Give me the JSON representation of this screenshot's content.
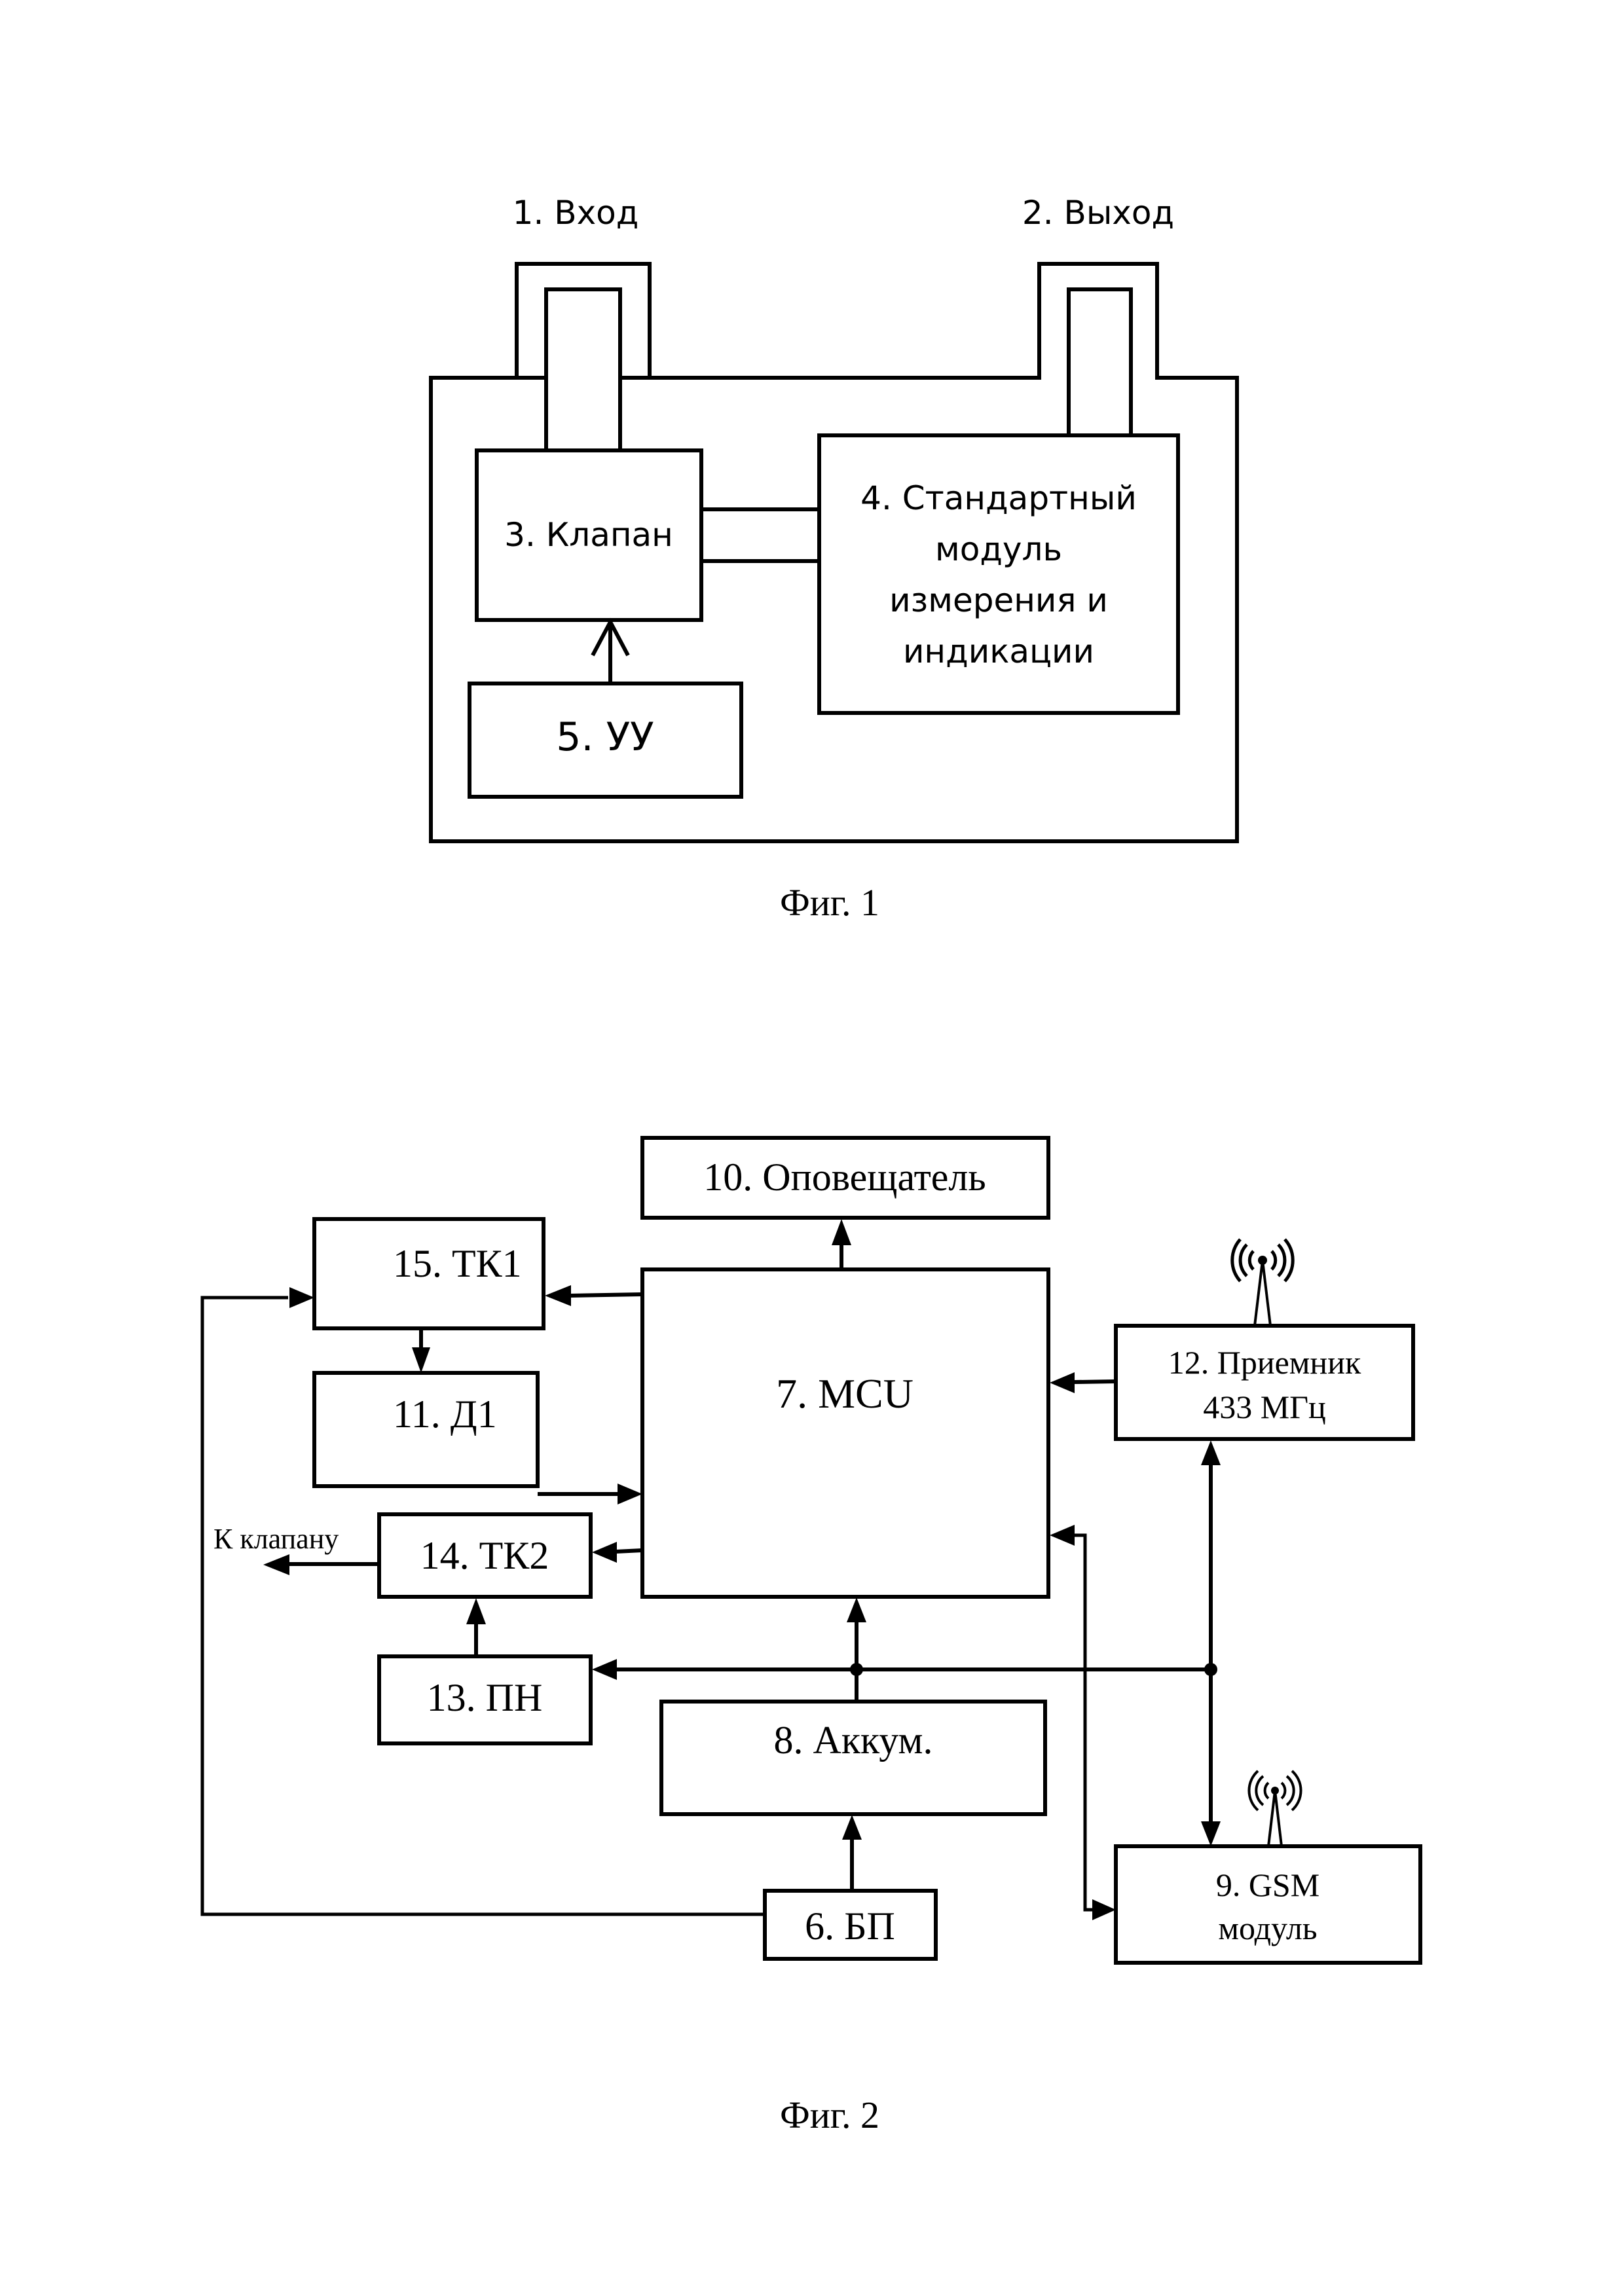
{
  "figure1": {
    "caption": "Фиг. 1",
    "labels": {
      "input": "1. Вход",
      "output": "2. Выход"
    },
    "blocks": {
      "valve": "3. Клапан",
      "measure_module": [
        "4. Стандартный",
        "модуль",
        "измерения и",
        "индикации"
      ],
      "control_unit": "5. УУ"
    }
  },
  "figure2": {
    "caption": "Фиг. 2",
    "blocks": {
      "power_supply": "6. БП",
      "mcu": "7. MCU",
      "battery": "8. Аккум.",
      "gsm": [
        "9. GSM",
        "модуль"
      ],
      "notifier": "10. Оповещатель",
      "sensor_d1": "11. Д1",
      "receiver": [
        "12. Приемник",
        "433 МГц"
      ],
      "voltage_converter": "13. ПН",
      "tk2": "14. ТК2",
      "tk1": "15. ТК1"
    },
    "labels": {
      "to_valve": "К клапану"
    },
    "icons": {
      "receiver_antenna": "antenna-icon",
      "gsm_antenna": "antenna-icon"
    }
  }
}
